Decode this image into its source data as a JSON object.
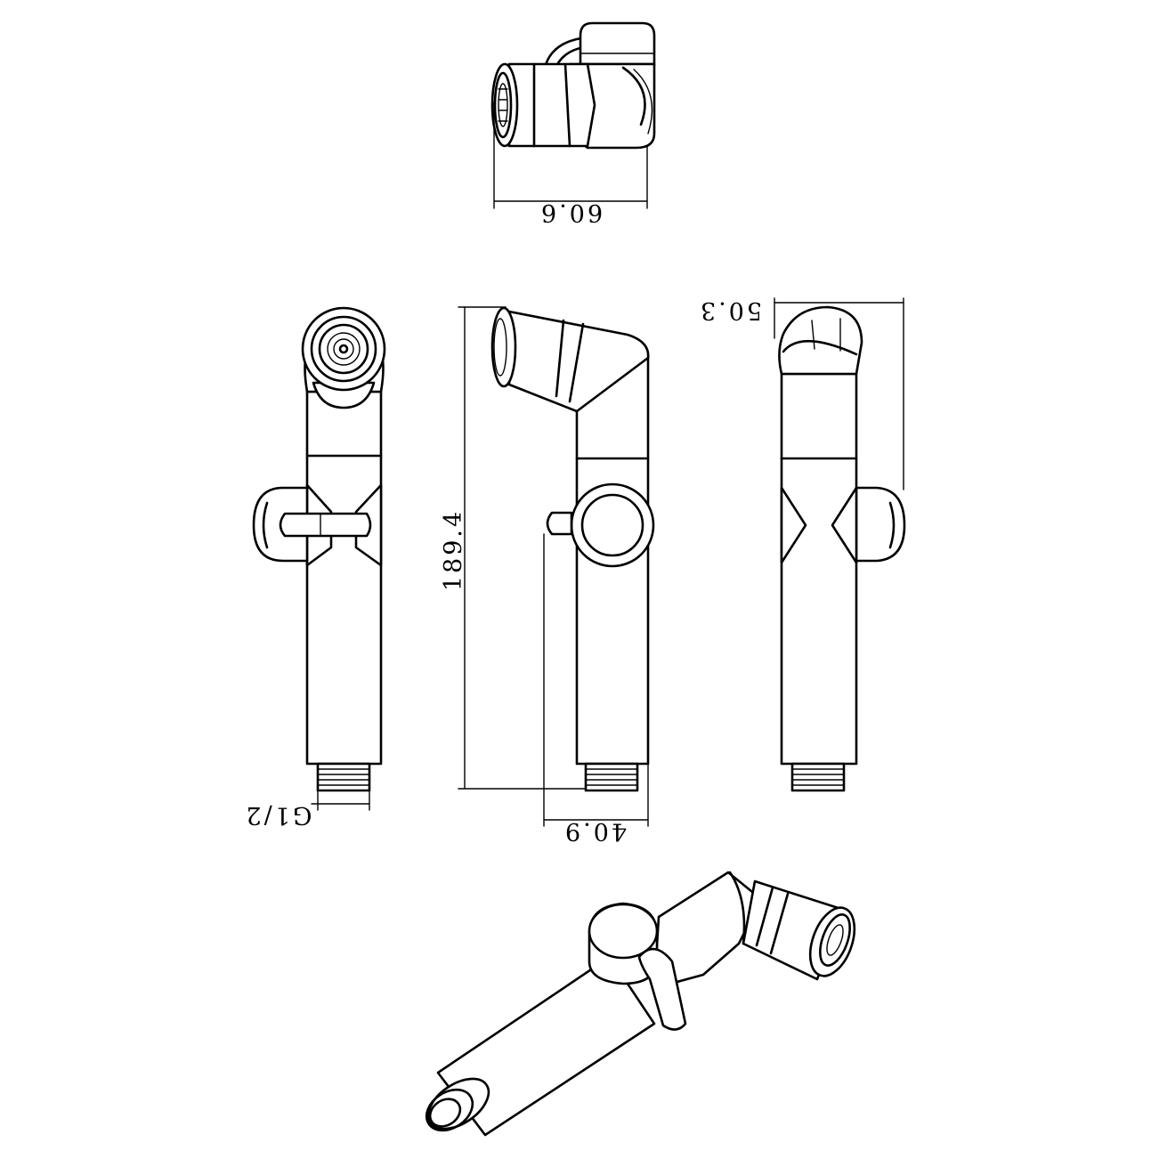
{
  "dimensions": {
    "top_width": "60.6",
    "height": "189.4",
    "side_offset": "40.9",
    "right_width": "50.3",
    "thread": "G1/2"
  }
}
